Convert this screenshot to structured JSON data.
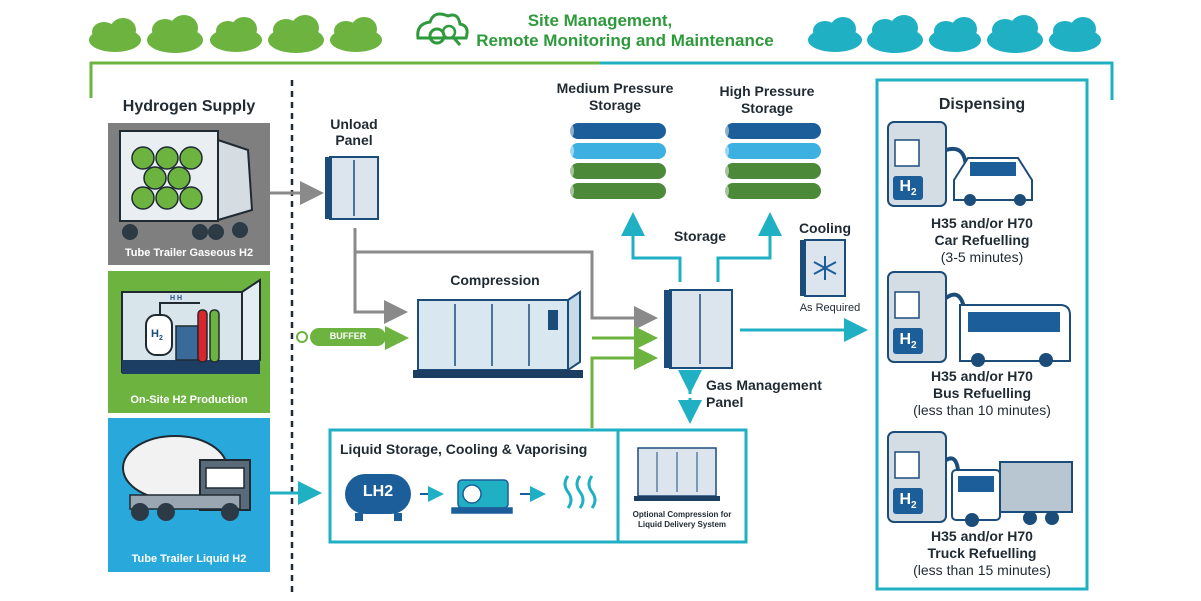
{
  "header": {
    "title_line1": "Site Management,",
    "title_line2": "Remote Monitoring and Maintenance"
  },
  "supply": {
    "title": "Hydrogen Supply",
    "tube_gaseous": "Tube Trailer Gaseous H2",
    "onsite": "On-Site H2 Production",
    "tube_liquid": "Tube Trailer Liquid H2",
    "h2_symbol": "H",
    "h2_sub": "2",
    "hh_label": "H H"
  },
  "unload": {
    "line1": "Unload",
    "line2": "Panel"
  },
  "buffer": "BUFFER",
  "compression": "Compression",
  "storage": {
    "medium_line1": "Medium Pressure",
    "medium_line2": "Storage",
    "high_line1": "High Pressure",
    "high_line2": "Storage",
    "label": "Storage"
  },
  "cooling": {
    "title": "Cooling",
    "note": "As Required"
  },
  "gas_mgmt": {
    "line1": "Gas Management",
    "line2": "Panel"
  },
  "liquid": {
    "title": "Liquid Storage, Cooling & Vaporising",
    "lh2": "LH2",
    "optional_line1": "Optional Compression for",
    "optional_line2": "Liquid Delivery System"
  },
  "dispensing": {
    "title": "Dispensing",
    "h2_symbol": "H",
    "h2_sub": "2",
    "car_line1": "H35 and/or H70",
    "car_line2": "Car Refuelling",
    "car_time": "(3-5 minutes)",
    "bus_line1": "H35 and/or H70",
    "bus_line2": "Bus Refuelling",
    "bus_time": "(less than 10 minutes)",
    "truck_line1": "H35 and/or H70",
    "truck_line2": "Truck Refuelling",
    "truck_time": "(less than 15 minutes)"
  },
  "colors": {
    "green": "#6db33f",
    "teal": "#1fb0c4",
    "grey": "#8a8a8a",
    "dark_blue": "#1c5e9a",
    "light_blue": "#3cb0e0",
    "dark_green": "#4c8a3a",
    "header_green": "#2f9a3c"
  }
}
